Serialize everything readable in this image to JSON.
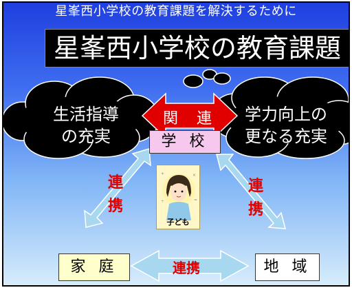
{
  "slide": {
    "subtitle": "星峯西小学校の教育課題を解決するために",
    "title": "星峯西小学校の教育課題"
  },
  "diagram": {
    "left_cloud": {
      "line1": "生活指導",
      "line2": "の充実"
    },
    "right_cloud": {
      "line1": "学力向上の",
      "line2": "更なる充実"
    },
    "top_arrow_label": "関 連",
    "school_label": "学 校",
    "child_label": "子ども",
    "home_label": "家 庭",
    "community_label": "地 域",
    "left_link": {
      "c1": "連",
      "c2": "携"
    },
    "right_link": {
      "c1": "連",
      "c2": "携"
    },
    "bottom_link": "連携"
  },
  "colors": {
    "cloud": "#000000",
    "arrow_fill": "#a8d8f0",
    "relation_arrow": "#e00000",
    "school_box": "#f6c8ee",
    "home_box": "#ffffcc",
    "community_box": "#ffffff",
    "link_text": "#e00000"
  }
}
